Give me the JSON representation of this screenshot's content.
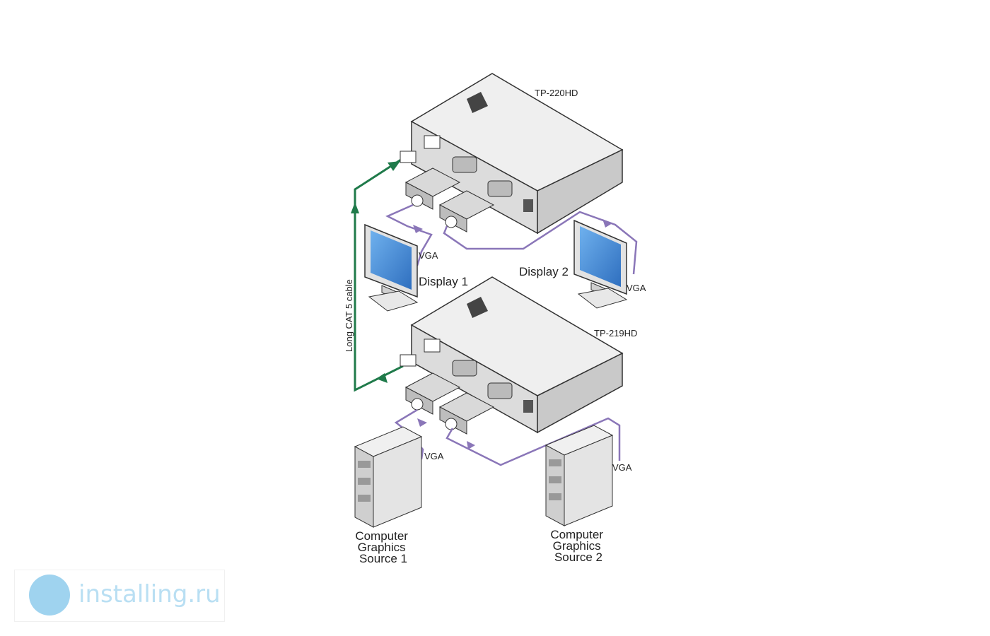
{
  "diagram": {
    "receiver_model": "TP-220HD",
    "transmitter_model": "TP-219HD",
    "cable_label": "Long CAT 5 cable",
    "display1_label": "Display 1",
    "display2_label": "Display 2",
    "vga_label_display1": "VGA",
    "vga_label_display2": "VGA",
    "vga_label_source1": "VGA",
    "vga_label_source2": "VGA",
    "source1_lines": [
      "Computer",
      "Graphics",
      "Source 1"
    ],
    "source2_lines": [
      "Computer",
      "Graphics",
      "Source 2"
    ],
    "colors": {
      "cat5": "#1f7a4a",
      "vga": "#8a76b8",
      "screen": "#4a8fd6",
      "device": "#e6e6e6"
    }
  },
  "watermark": {
    "text": "installing.ru"
  }
}
